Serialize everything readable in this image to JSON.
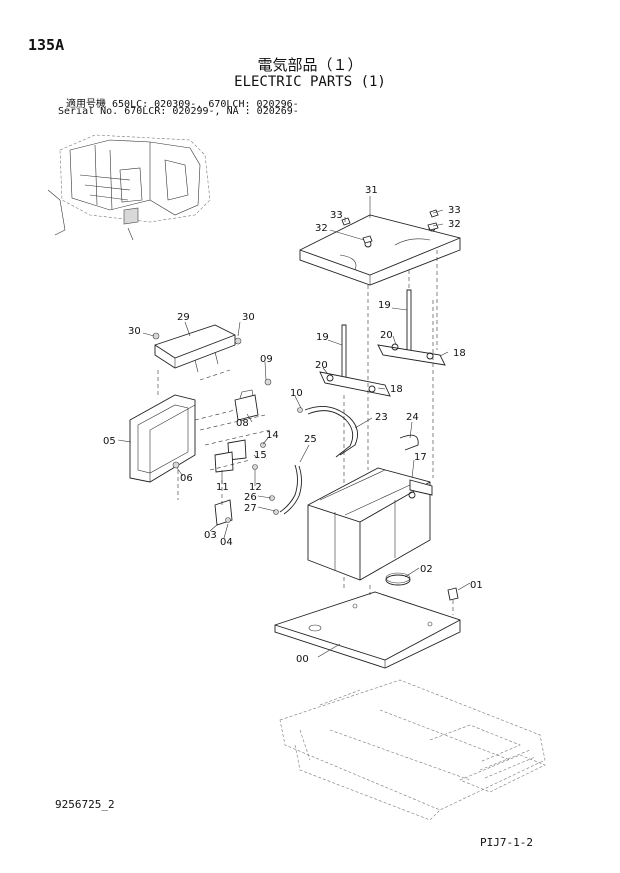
{
  "header": {
    "page_number": "135A",
    "title_jp": "電気部品（１）",
    "title_en": "ELECTRIC PARTS (1)",
    "serial_line1": "適用号機 650LC: 020309-, 670LCH: 020296-",
    "serial_line2": "Serial No. 670LCR: 020299-, NA   : 020269-"
  },
  "footer": {
    "document_number": "9256725_2",
    "figure_code": "PIJ7-1-2"
  },
  "callouts": {
    "c31": "31",
    "c33a": "33",
    "c32a": "32",
    "c33b": "33",
    "c32b": "32",
    "c19a": "19",
    "c20a": "20",
    "c18a": "18",
    "c29": "29",
    "c30a": "30",
    "c30b": "30",
    "c19b": "19",
    "c20b": "20",
    "c18b": "18",
    "c09": "09",
    "c10": "10",
    "c23": "23",
    "c24": "24",
    "c05": "05",
    "c08": "08",
    "c14": "14",
    "c15": "15",
    "c25": "25",
    "c06": "06",
    "c17": "17",
    "c11": "11",
    "c12": "12",
    "c26": "26",
    "c27": "27",
    "c03": "03",
    "c04": "04",
    "c02": "02",
    "c01": "01",
    "c00": "00"
  }
}
